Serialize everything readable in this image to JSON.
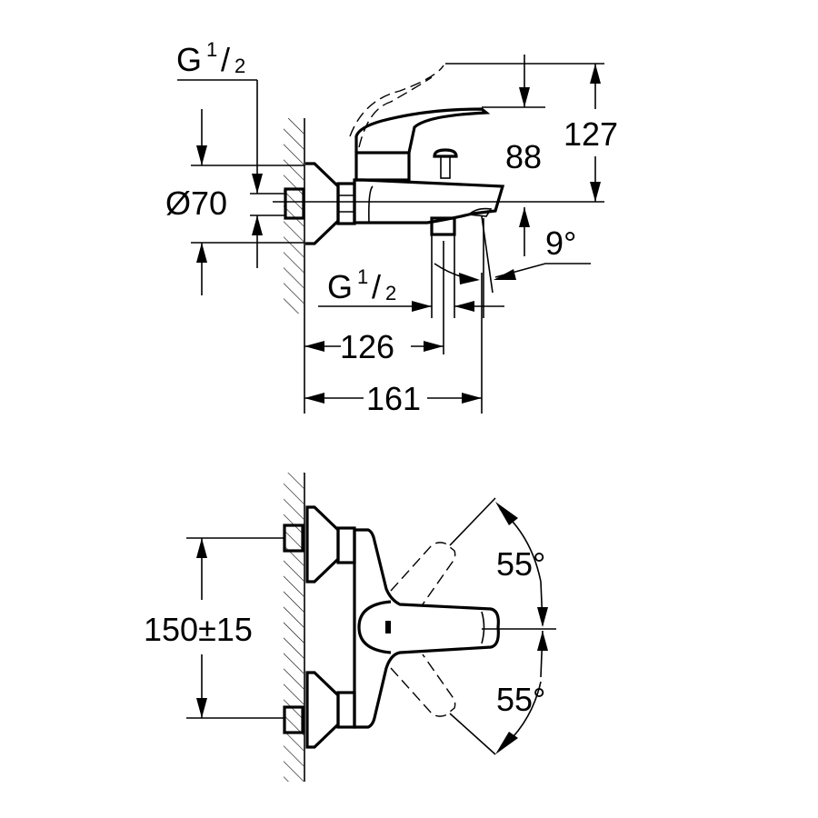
{
  "side_view": {
    "inlet_thread_label": "G",
    "inlet_thread_num": "1",
    "inlet_thread_den": "2",
    "escutcheon_diameter": "Ø70",
    "lever_height_max": "127",
    "lever_height": "88",
    "spout_angle": "9°",
    "outlet_thread_label": "G",
    "outlet_thread_num": "1",
    "outlet_thread_den": "2",
    "outlet_distance": "126",
    "total_projection": "161"
  },
  "top_view": {
    "inlet_spacing": "150±15",
    "lever_angle_up": "55°",
    "lever_angle_down": "55°"
  }
}
